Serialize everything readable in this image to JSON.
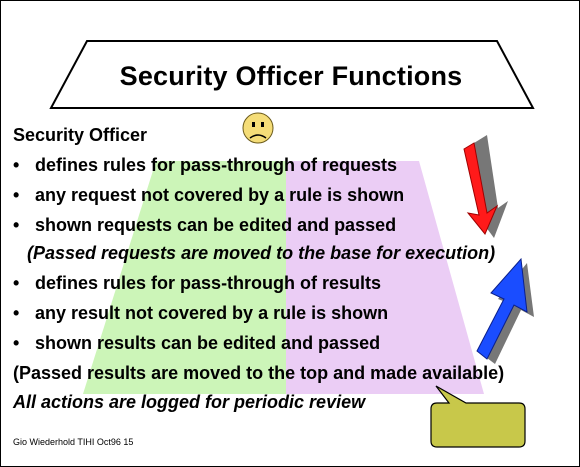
{
  "title": "Security Officer Functions",
  "heading": "Security Officer",
  "bullet_glyph": "•",
  "lines": {
    "b1": "defines rules for pass-through of requests",
    "b2": "any request not covered by a rule is shown",
    "b3": "shown requests can be edited and passed",
    "note1": "(Passed requests are moved to the base for execution)",
    "b4": "defines rules for pass-through of results",
    "b5": "any result not covered by a rule is shown",
    "b6": "shown results can be edited and passed",
    "note2": "(Passed results are moved to the top and made available)",
    "closing": "All actions are logged for periodic review"
  },
  "footer": "Gio Wiederhold TIHI Oct96 15",
  "icons": {
    "face": "worried-face-icon",
    "down_arrow": "red-down-arrow-icon",
    "up_arrow": "blue-up-arrow-icon",
    "callout": "speech-bubble-icon"
  },
  "colors": {
    "green_region": "#ccf5b8",
    "pink_region": "#ebcdf5",
    "face": "#f5dd78",
    "red_arrow": "#ff1a1a",
    "blue_arrow": "#1a4dff",
    "callout": "#c8c84a"
  }
}
